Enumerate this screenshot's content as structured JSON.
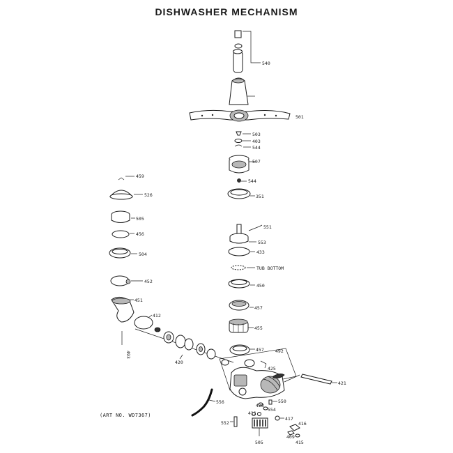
{
  "title": "DISHWASHER MECHANISM",
  "art_number": "(ART NO. WD7367)",
  "callouts": {
    "c540": "540",
    "c501": "501",
    "c503": "503",
    "c403": "403",
    "c544a": "544",
    "c507": "507",
    "c544b": "544",
    "c351": "351",
    "c459": "459",
    "c526": "526",
    "c505": "505",
    "c456": "456",
    "c504": "504",
    "c452": "452",
    "c451": "451",
    "c412": "412",
    "c493": "493",
    "c551": "551",
    "c553": "553",
    "c433": "433",
    "c_tub_bottom": "TUB BOTTOM",
    "c450": "450",
    "c457": "457",
    "c455": "455",
    "c457b": "457",
    "c492": "492",
    "c420": "420",
    "c425": "425",
    "c421": "421",
    "c556": "556",
    "c550": "550",
    "c428": "428",
    "c554": "554",
    "c411": "411",
    "c417": "417",
    "c416": "416",
    "c552": "552",
    "c409": "409",
    "c415": "415",
    "c505b": "505"
  }
}
